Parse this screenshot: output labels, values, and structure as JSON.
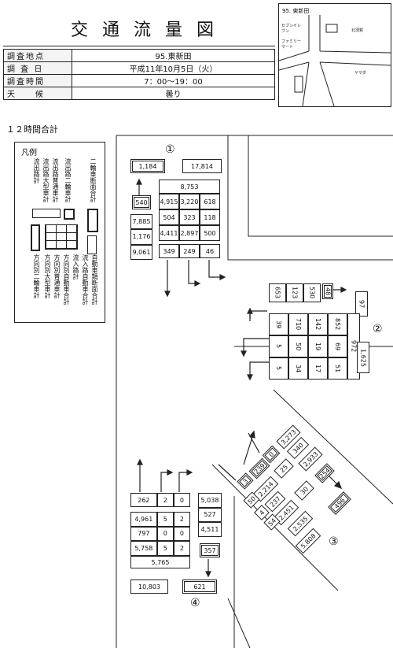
{
  "header": {
    "title": "交通流量図",
    "rows": [
      {
        "k": "調査地点",
        "v": "95.東新田"
      },
      {
        "k": "調 査 日",
        "v": "平成11年10月5日（火）"
      },
      {
        "k": "調査時間",
        "v": "7：00〜19：00"
      },
      {
        "k": "天　　候",
        "v": "曇り"
      }
    ]
  },
  "minimap": {
    "label": "95. 東新田",
    "notes": [
      "セブンイレブン",
      "ファミリーマート",
      "北須賀",
      "ヤマダ"
    ]
  },
  "subtitle": "１２時間合計",
  "legend": {
    "title": "凡例",
    "top_labels": [
      "流出路計",
      "流出路大型車計",
      "流出路普通車計",
      "流出路二輪車計",
      "二輪車断面合計"
    ],
    "bottom_labels": [
      "方向別二輪車計",
      "方向別大型車計",
      "方向別普通車計",
      "方向別自動車合計",
      "流入路計",
      "流入路自動車合計",
      "自動車類断面合計"
    ]
  },
  "approach1": {
    "label": "①",
    "out_total": "1,184",
    "section_total": "17,814",
    "in_total": "8,753",
    "grid": [
      [
        "4,915",
        "3,220",
        "618"
      ],
      [
        "504",
        "323",
        "118"
      ],
      [
        "4,411",
        "2,897",
        "500"
      ]
    ],
    "motor": "540",
    "col": [
      "7,885",
      "1,176",
      "9,061"
    ],
    "bottom": [
      "349",
      "249",
      "46"
    ]
  },
  "approach2": {
    "label": "②",
    "top": [
      "653",
      "123",
      "530"
    ],
    "motor_top": "48",
    "right": "97",
    "rows": [
      [
        "39",
        "710",
        "142",
        "852"
      ],
      [
        "5",
        "50",
        "19",
        "69"
      ],
      [
        "5",
        "34",
        "17",
        "51"
      ]
    ],
    "in_total": "972",
    "section_total": "1,625"
  },
  "approach3": {
    "label": "③",
    "nums": [
      "3,273",
      "340",
      "2,933",
      "254",
      "496",
      "25",
      "2,214",
      "237",
      "2,451",
      "30",
      "2,535",
      "5,808",
      "50",
      "4",
      "54",
      "0",
      "239",
      "3"
    ]
  },
  "approach4": {
    "label": "④",
    "top": [
      "262",
      "2",
      "0"
    ],
    "rows": [
      [
        "4,961",
        "5",
        "2"
      ],
      [
        "797",
        "0",
        "0"
      ],
      [
        "5,758",
        "5",
        "2"
      ]
    ],
    "total": "5,765",
    "right": [
      "5,038",
      "527",
      "4,511"
    ],
    "motor": "357",
    "section": "10,803",
    "out": "621"
  }
}
